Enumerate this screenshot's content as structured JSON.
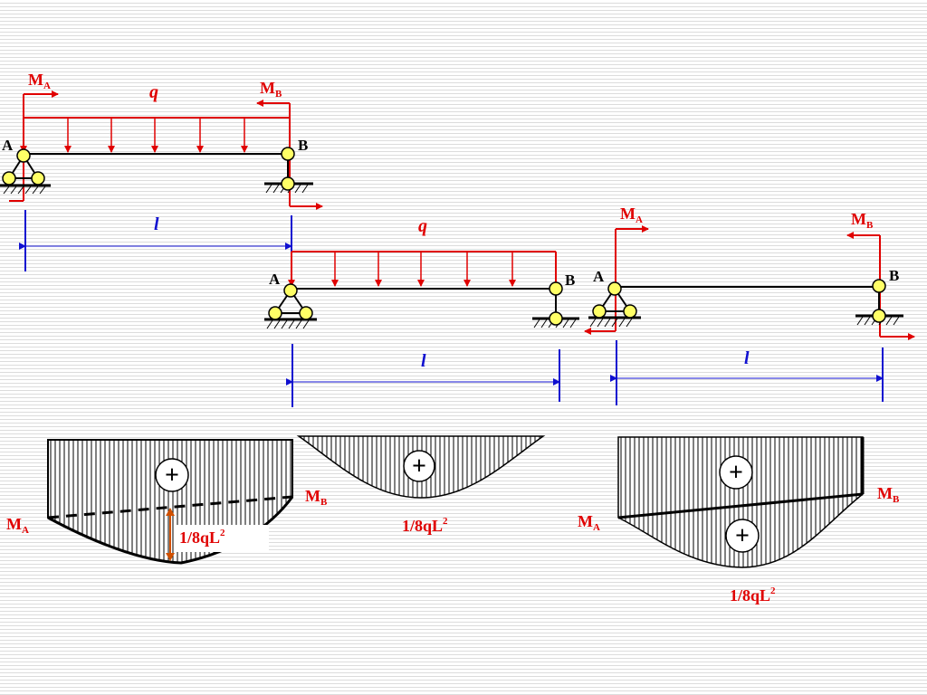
{
  "diagram": {
    "beam1": {
      "end_a": "A",
      "end_b": "B",
      "load": "q",
      "span": "l",
      "moment_a": {
        "base": "M",
        "sub": "A"
      },
      "moment_b": {
        "base": "M",
        "sub": "B"
      }
    },
    "beam2": {
      "end_a": "A",
      "end_b": "B",
      "load": "q",
      "span": "l"
    },
    "beam3": {
      "end_a": "A",
      "end_b": "B",
      "span": "l",
      "moment_a": {
        "base": "M",
        "sub": "A"
      },
      "moment_b": {
        "base": "M",
        "sub": "B"
      }
    },
    "moment_diagram1": {
      "sign": "+",
      "moment_a": {
        "base": "M",
        "sub": "A"
      },
      "moment_b": {
        "base": "M",
        "sub": "B"
      },
      "value": {
        "base": "1/8qL",
        "sup": "2"
      }
    },
    "moment_diagram2": {
      "sign": "+",
      "value": {
        "base": "1/8qL",
        "sup": "2"
      }
    },
    "moment_diagram3": {
      "sign_upper": "+",
      "sign_lower": "+",
      "moment_a": {
        "base": "M",
        "sub": "A"
      },
      "moment_b": {
        "base": "M",
        "sub": "B"
      },
      "value": {
        "base": "1/8qL",
        "sup": "2"
      }
    }
  },
  "colors": {
    "load": "#e00000",
    "beam": "#000000",
    "dimension": "#1010d0",
    "hinge": "#ffff66",
    "labels_red": "#e00000"
  }
}
